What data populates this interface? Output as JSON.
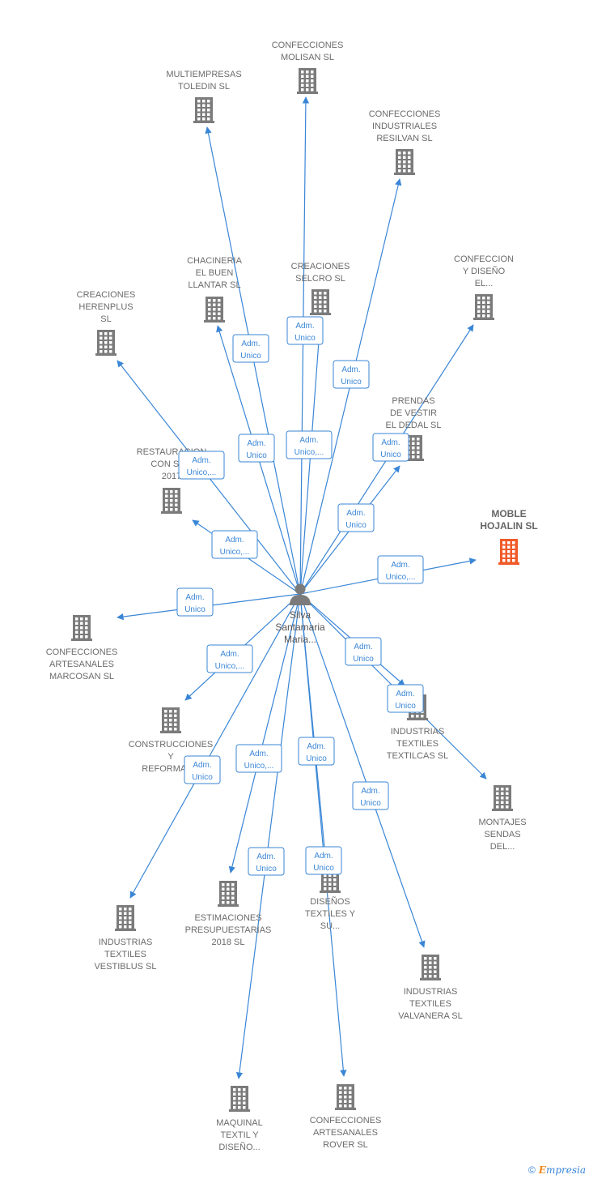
{
  "colors": {
    "edge": "#3a86d6",
    "building": "#7b7b7b",
    "highlight_building": "#f05a28",
    "person": "#7b7b7b"
  },
  "center": {
    "icon": "person-icon",
    "label_lines": [
      "Silva",
      "Santamaria",
      "Maria..."
    ]
  },
  "nodes": [
    {
      "id": "molisan",
      "lines": [
        "CONFECCIONES",
        "MOLISAN SL"
      ],
      "rel": [
        "Adm.",
        "Unico"
      ],
      "highlight": false
    },
    {
      "id": "toledin",
      "lines": [
        "MULTIEMPRESAS",
        "TOLEDIN SL"
      ],
      "rel": [
        "Adm.",
        "Unico"
      ],
      "highlight": false
    },
    {
      "id": "resilvan",
      "lines": [
        "CONFECCIONES",
        "INDUSTRIALES",
        "RESILVAN SL"
      ],
      "rel": [
        "Adm.",
        "Unico"
      ],
      "highlight": false
    },
    {
      "id": "chacineria",
      "lines": [
        "CHACINERIA",
        "EL BUEN",
        "LLANTAR SL"
      ],
      "rel": [
        "Adm.",
        "Unico"
      ],
      "highlight": false
    },
    {
      "id": "selcro",
      "lines": [
        "CREACIONES",
        "SELCRO  SL"
      ],
      "rel": [
        "Adm.",
        "Unico,..."
      ],
      "highlight": false
    },
    {
      "id": "confeccion-diseno",
      "lines": [
        "CONFECCION",
        "Y DISEÑO",
        "EL..."
      ],
      "rel": [
        "Adm.",
        "Unico"
      ],
      "highlight": false
    },
    {
      "id": "herenplus",
      "lines": [
        "CREACIONES",
        "HERENPLUS",
        "SL"
      ],
      "rel": [
        "Adm.",
        "Unico,..."
      ],
      "highlight": false
    },
    {
      "id": "dedal",
      "lines": [
        "PRENDAS",
        "DE VESTIR",
        "EL DEDAL SL"
      ],
      "rel": [
        "Adm.",
        "Unico"
      ],
      "highlight": false
    },
    {
      "id": "restauracion",
      "lines": [
        "RESTAURACION",
        "CON SA...",
        "2017"
      ],
      "rel": [
        "Adm.",
        "Unico,..."
      ],
      "highlight": false
    },
    {
      "id": "moble",
      "lines": [
        "MOBLE",
        "HOJALIN  SL"
      ],
      "rel": [
        "Adm.",
        "Unico,..."
      ],
      "highlight": true
    },
    {
      "id": "marcosan",
      "lines": [
        "CONFECCIONES",
        "ARTESANALES",
        "MARCOSAN SL"
      ],
      "rel": [
        "Adm.",
        "Unico"
      ],
      "highlight": false
    },
    {
      "id": "construcciones",
      "lines": [
        "CONSTRUCCIONES",
        "Y",
        "REFORMAS..."
      ],
      "rel": [
        "Adm.",
        "Unico,..."
      ],
      "highlight": false
    },
    {
      "id": "textilcas",
      "lines": [
        "INDUSTRIAS",
        "TEXTILES",
        "TEXTILCAS SL"
      ],
      "rel": [
        "Adm.",
        "Unico"
      ],
      "highlight": false
    },
    {
      "id": "montajes",
      "lines": [
        "MONTAJES",
        "SENDAS",
        "DEL..."
      ],
      "rel": [
        "Adm.",
        "Unico"
      ],
      "highlight": false
    },
    {
      "id": "vestiblus",
      "lines": [
        "INDUSTRIAS",
        "TEXTILES",
        "VESTIBLUS SL"
      ],
      "rel": [
        "Adm.",
        "Unico"
      ],
      "highlight": false
    },
    {
      "id": "estimaciones",
      "lines": [
        "ESTIMACIONES",
        "PRESUPUESTARIAS",
        "2018  SL"
      ],
      "rel": [
        "Adm.",
        "Unico,..."
      ],
      "highlight": false
    },
    {
      "id": "disenos",
      "lines": [
        "DISEÑOS",
        "TEXTILES Y",
        "SU..."
      ],
      "rel": [
        "Adm.",
        "Unico"
      ],
      "highlight": false
    },
    {
      "id": "valvanera",
      "lines": [
        "INDUSTRIAS",
        "TEXTILES",
        "VALVANERA SL"
      ],
      "rel": [
        "Adm.",
        "Unico"
      ],
      "highlight": false
    },
    {
      "id": "maquinal",
      "lines": [
        "MAQUINAL",
        "TEXTIL Y",
        "DISEÑO..."
      ],
      "rel": [
        "Adm.",
        "Unico"
      ],
      "highlight": false
    },
    {
      "id": "rover",
      "lines": [
        "CONFECCIONES",
        "ARTESANALES",
        "ROVER SL"
      ],
      "rel": [
        "Adm.",
        "Unico"
      ],
      "highlight": false
    }
  ],
  "footer": {
    "copyright": "©",
    "brand_initial": "E",
    "brand_rest": "mpresia"
  }
}
